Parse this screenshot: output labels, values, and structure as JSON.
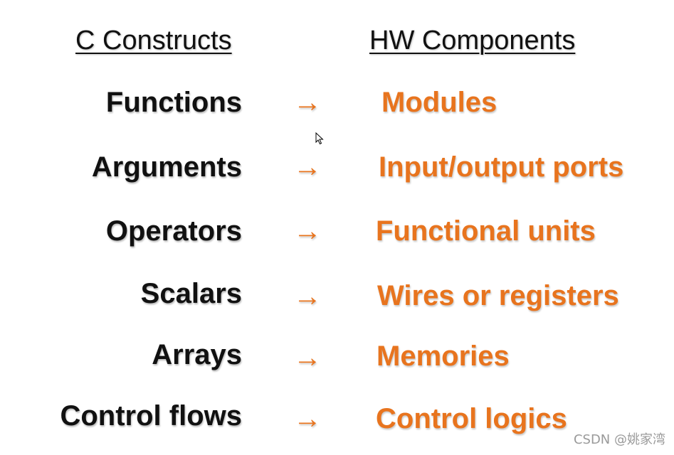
{
  "headers": {
    "left": "C Constructs",
    "right": "HW Components"
  },
  "arrow_glyph": "→",
  "rows": [
    {
      "left": "Functions",
      "right": "Modules"
    },
    {
      "left": "Arguments",
      "right": "Input/output ports"
    },
    {
      "left": "Operators",
      "right": "Functional units"
    },
    {
      "left": "Scalars",
      "right": "Wires or registers"
    },
    {
      "left": "Arrays",
      "right": "Memories"
    },
    {
      "left": "Control flows",
      "right": "Control logics"
    }
  ],
  "colors": {
    "accent": "#e8741e",
    "text": "#111111",
    "background": "#ffffff"
  },
  "watermark": "CSDN @姚家湾",
  "cursor": "mouse-pointer-icon"
}
